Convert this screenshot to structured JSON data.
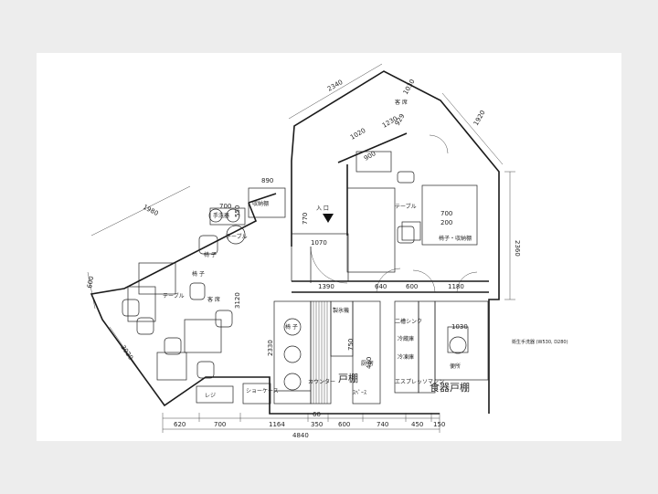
{
  "labels": {
    "entrance": "入 口",
    "table_left": "テーブル",
    "table_center": "テーブル",
    "table_right": "テーブル",
    "chair_top": "椅 子",
    "chair_mid": "椅 子",
    "chair_bar": "椅 子",
    "table_small": "テーブル",
    "seat_left": "客 席",
    "seat_upper": "客 席",
    "shelf": "収納棚",
    "sink": "手洗器",
    "showcase": "ショーケース",
    "kitchen": "厨 房",
    "counter": "カウンター",
    "space": "ｽﾍﾟｰｽ",
    "ice": "製氷機",
    "freezer": "冷凍庫",
    "fridge": "冷蔵庫",
    "sink2": "二槽シンク",
    "espresso": "エスプレッソマシン",
    "register": "レジ",
    "toilet": "便所",
    "chair_table_right": "椅子・収納棚",
    "wc_note": "衛生手洗器 (W530, D280)",
    "hand_shelf": "戸棚",
    "hand_wc": "食器戸棚"
  },
  "dimensions": {
    "top_2340": "2340",
    "top_1030": "1030",
    "top_1230": "1230",
    "top_929": "929",
    "top_1020": "1020",
    "top_900": "900",
    "right_1920": "1920",
    "right_2360": "2360",
    "left_1980": "1980",
    "left_600": "600",
    "left_3020": "3020",
    "left_890": "890",
    "left_700": "700",
    "left_550": "550",
    "d_770": "770",
    "d_1070": "1070",
    "d_3120": "3120",
    "d_2330": "2330",
    "d_1390": "1390",
    "d_640": "640",
    "d_600": "600",
    "d_1180": "1180",
    "d_1030": "1030",
    "d_700": "700",
    "d_200": "200",
    "d_750": "750",
    "d_480": "480",
    "bottom_620": "620",
    "bottom_700": "700",
    "bottom_1164": "1164",
    "bottom_350": "350",
    "bottom_600": "600",
    "bottom_740": "740",
    "bottom_450": "450",
    "bottom_150": "150",
    "bottom_60": "60",
    "bottom_total": "4840"
  }
}
